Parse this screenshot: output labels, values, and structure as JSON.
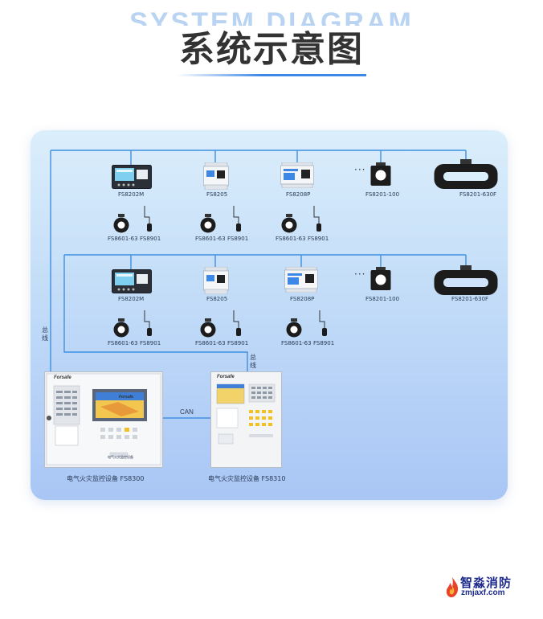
{
  "header": {
    "title_en": "SYSTEM DIAGRAM",
    "title_cn": "系统示意图"
  },
  "bus_label": "总线",
  "can_label": "CAN",
  "ellipsis": "···",
  "row1": {
    "devices": [
      "FS8202M",
      "FS8205",
      "FS8208P",
      "FS8201-100",
      "FS8201-630F"
    ],
    "sensors": [
      "FS8601-63",
      "FS8901",
      "FS8601-63",
      "FS8901",
      "FS8601-63",
      "FS8901"
    ]
  },
  "row2": {
    "devices": [
      "FS8202M",
      "FS8205",
      "FS8208P",
      "FS8201-100",
      "FS8201-630F"
    ],
    "sensors": [
      "FS8601-63",
      "FS8901",
      "FS8601-63",
      "FS8901",
      "FS8601-63",
      "FS8901"
    ]
  },
  "cabinets": {
    "left": {
      "brand": "Forsafe",
      "screen_brand": "Forsafe",
      "plate": "电气火灾监控设备",
      "caption": "电气火灾监控设备  FS8300"
    },
    "right": {
      "brand": "Forsafe",
      "caption": "电气火灾监控设备  FS8310"
    }
  },
  "watermark": {
    "name_cn": "智淼消防",
    "url": "zmjaxf.com"
  },
  "colors": {
    "wire": "#3f8fe0",
    "panel_top": "#dbeefb",
    "panel_bottom": "#a9c6f5",
    "title_en": "#b9d3f2",
    "title_cn": "#333333",
    "logo": "#1d2a8a",
    "logo_flame": "#e8422a"
  }
}
